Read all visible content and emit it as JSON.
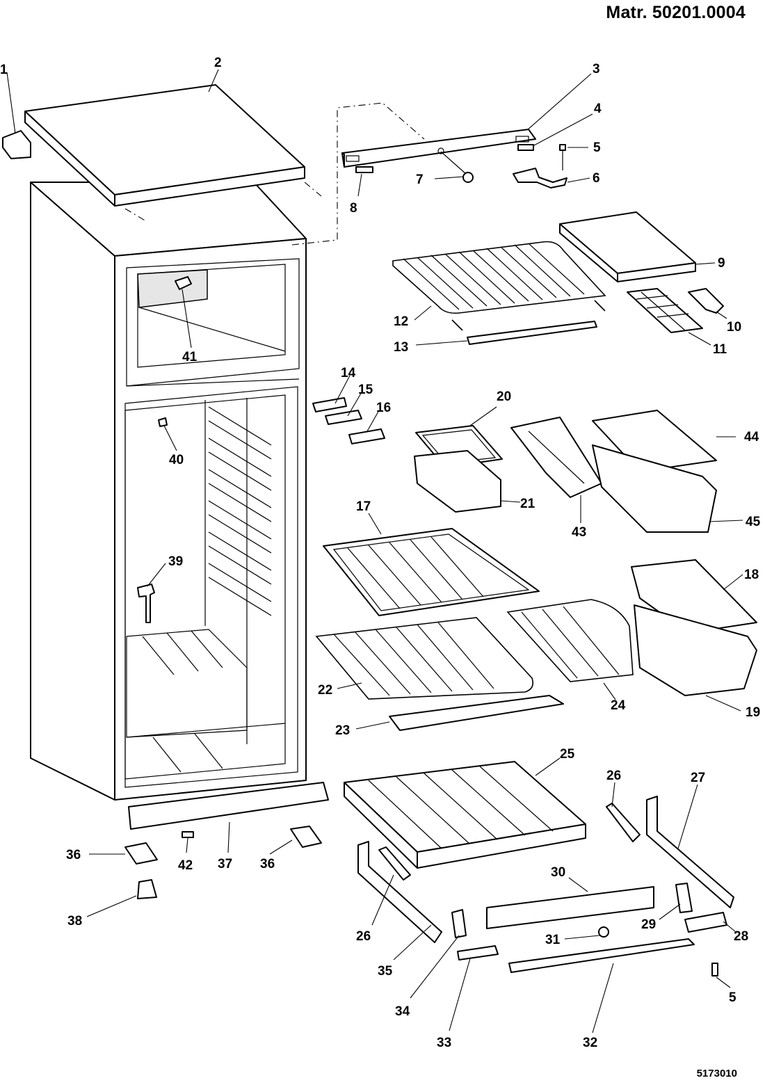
{
  "header": {
    "document_ref": "Matr. 50201.0004"
  },
  "footer": {
    "drawing_number": "5173010"
  },
  "part_callouts": [
    {
      "id": "c1",
      "number": "1"
    },
    {
      "id": "c2",
      "number": "2"
    },
    {
      "id": "c3",
      "number": "3"
    },
    {
      "id": "c4",
      "number": "4"
    },
    {
      "id": "c5a",
      "number": "5"
    },
    {
      "id": "c6",
      "number": "6"
    },
    {
      "id": "c7",
      "number": "7"
    },
    {
      "id": "c8",
      "number": "8"
    },
    {
      "id": "c9",
      "number": "9"
    },
    {
      "id": "c10",
      "number": "10"
    },
    {
      "id": "c11",
      "number": "11"
    },
    {
      "id": "c12",
      "number": "12"
    },
    {
      "id": "c13",
      "number": "13"
    },
    {
      "id": "c14",
      "number": "14"
    },
    {
      "id": "c15",
      "number": "15"
    },
    {
      "id": "c16",
      "number": "16"
    },
    {
      "id": "c17",
      "number": "17"
    },
    {
      "id": "c18",
      "number": "18"
    },
    {
      "id": "c19",
      "number": "19"
    },
    {
      "id": "c20",
      "number": "20"
    },
    {
      "id": "c21",
      "number": "21"
    },
    {
      "id": "c22",
      "number": "22"
    },
    {
      "id": "c23",
      "number": "23"
    },
    {
      "id": "c24",
      "number": "24"
    },
    {
      "id": "c25",
      "number": "25"
    },
    {
      "id": "c26a",
      "number": "26"
    },
    {
      "id": "c26b",
      "number": "26"
    },
    {
      "id": "c27",
      "number": "27"
    },
    {
      "id": "c28",
      "number": "28"
    },
    {
      "id": "c29",
      "number": "29"
    },
    {
      "id": "c30",
      "number": "30"
    },
    {
      "id": "c31",
      "number": "31"
    },
    {
      "id": "c32",
      "number": "32"
    },
    {
      "id": "c33",
      "number": "33"
    },
    {
      "id": "c34",
      "number": "34"
    },
    {
      "id": "c35",
      "number": "35"
    },
    {
      "id": "c36a",
      "number": "36"
    },
    {
      "id": "c36b",
      "number": "36"
    },
    {
      "id": "c37",
      "number": "37"
    },
    {
      "id": "c38",
      "number": "38"
    },
    {
      "id": "c39",
      "number": "39"
    },
    {
      "id": "c40",
      "number": "40"
    },
    {
      "id": "c41",
      "number": "41"
    },
    {
      "id": "c42",
      "number": "42"
    },
    {
      "id": "c43",
      "number": "43"
    },
    {
      "id": "c44",
      "number": "44"
    },
    {
      "id": "c45",
      "number": "45"
    },
    {
      "id": "c5b",
      "number": "5"
    }
  ]
}
